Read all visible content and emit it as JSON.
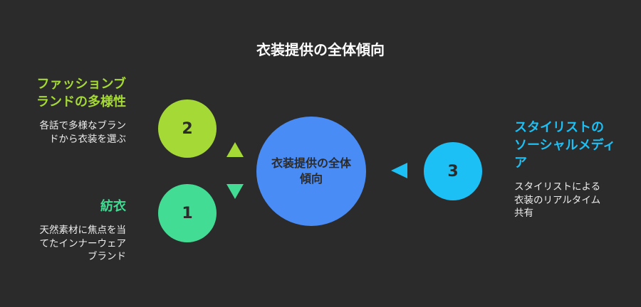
{
  "title": "衣装提供の全体傾向",
  "center": {
    "lines": [
      "衣装提供の全体",
      "傾向"
    ]
  },
  "items": [
    {
      "number": "2",
      "heading_lines": [
        "ファッションブ",
        "ランドの多様性"
      ],
      "desc_lines": [
        "各話で多様なブラン",
        "ドから衣装を選ぶ"
      ],
      "color": "#a5d936"
    },
    {
      "number": "1",
      "heading_lines": [
        "紡衣"
      ],
      "desc_lines": [
        "天然素材に焦点を当",
        "てたインナーウェア",
        "ブランド"
      ],
      "color": "#42dc94"
    },
    {
      "number": "3",
      "heading_lines": [
        "スタイリストの",
        "ソーシャルメディ",
        "ア"
      ],
      "desc_lines": [
        "スタイリストによる",
        "衣装のリアルタイム",
        "共有"
      ],
      "color": "#1cc0f5"
    }
  ],
  "colors": {
    "background": "#2b2b2b",
    "center": "#4a8cf5"
  }
}
